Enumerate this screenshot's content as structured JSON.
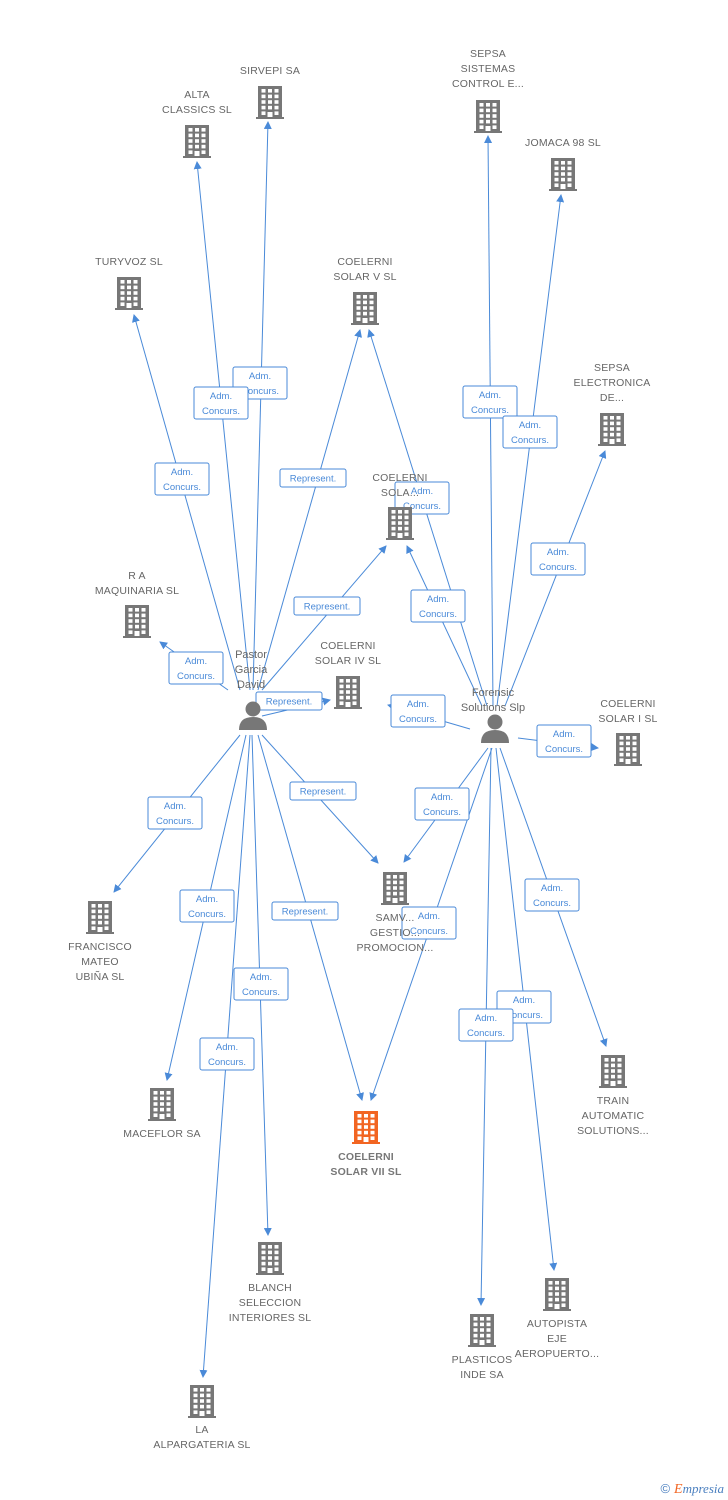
{
  "persons": [
    {
      "id": "pastor",
      "label": [
        "Pastor",
        "Garcia",
        "David"
      ]
    },
    {
      "id": "forensic",
      "label": [
        "Forensic",
        "Solutions Slp"
      ]
    }
  ],
  "companies": [
    {
      "id": "sirvepi",
      "label": [
        "SIRVEPI SA"
      ]
    },
    {
      "id": "alta",
      "label": [
        "ALTA",
        "CLASSICS SL"
      ]
    },
    {
      "id": "sepsa_sis",
      "label": [
        "SEPSA",
        "SISTEMAS",
        "CONTROL E..."
      ]
    },
    {
      "id": "jomaca",
      "label": [
        "JOMACA 98 SL"
      ]
    },
    {
      "id": "turyvoz",
      "label": [
        "TURYVOZ SL"
      ]
    },
    {
      "id": "cs5",
      "label": [
        "COELERNI",
        "SOLAR V SL"
      ]
    },
    {
      "id": "sepsa_el",
      "label": [
        "SEPSA",
        "ELECTRONICA",
        "DE..."
      ]
    },
    {
      "id": "cs6",
      "label": [
        "COELERNI",
        "SOLA..."
      ]
    },
    {
      "id": "ra",
      "label": [
        "R A",
        "MAQUINARIA SL"
      ]
    },
    {
      "id": "cs4",
      "label": [
        "COELERNI",
        "SOLAR IV SL"
      ]
    },
    {
      "id": "cs1",
      "label": [
        "COELERNI",
        "SOLAR I SL"
      ]
    },
    {
      "id": "samv",
      "label": [
        "SAMV...",
        "GESTIO...",
        "PROMOCION..."
      ]
    },
    {
      "id": "francisco",
      "label": [
        "FRANCISCO",
        "MATEO",
        "UBIÑA SL"
      ]
    },
    {
      "id": "train",
      "label": [
        "TRAIN",
        "AUTOMATIC",
        "SOLUTIONS..."
      ]
    },
    {
      "id": "maceflor",
      "label": [
        "MACEFLOR SA"
      ]
    },
    {
      "id": "cs7",
      "label": [
        "COELERNI",
        "SOLAR VII SL"
      ],
      "main": true
    },
    {
      "id": "blanch",
      "label": [
        "BLANCH",
        "SELECCION",
        "INTERIORES SL"
      ]
    },
    {
      "id": "autopista",
      "label": [
        "AUTOPISTA",
        "EJE",
        "AEROPUERTO..."
      ]
    },
    {
      "id": "plasticos",
      "label": [
        "PLASTICOS",
        "INDE SA"
      ]
    },
    {
      "id": "alpargateria",
      "label": [
        "LA",
        "ALPARGATERIA SL"
      ]
    }
  ],
  "edges": [
    {
      "from": "pastor",
      "to": "sirvepi",
      "label": [
        "Adm.",
        "Concurs."
      ]
    },
    {
      "from": "pastor",
      "to": "alta",
      "label": [
        "Adm.",
        "Concurs."
      ]
    },
    {
      "from": "pastor",
      "to": "turyvoz",
      "label": [
        "Adm.",
        "Concurs."
      ]
    },
    {
      "from": "pastor",
      "to": "cs5",
      "label": [
        "Represent."
      ]
    },
    {
      "from": "pastor",
      "to": "cs6",
      "label": [
        "Represent."
      ]
    },
    {
      "from": "pastor",
      "to": "ra",
      "label": [
        "Adm.",
        "Concurs."
      ]
    },
    {
      "from": "pastor",
      "to": "cs4",
      "label": [
        "Represent."
      ]
    },
    {
      "from": "pastor",
      "to": "samv",
      "label": [
        "Represent."
      ]
    },
    {
      "from": "pastor",
      "to": "francisco",
      "label": [
        "Adm.",
        "Concurs."
      ]
    },
    {
      "from": "pastor",
      "to": "maceflor",
      "label": [
        "Adm.",
        "Concurs."
      ]
    },
    {
      "from": "pastor",
      "to": "cs7",
      "label": [
        "Represent."
      ]
    },
    {
      "from": "pastor",
      "to": "blanch",
      "label": [
        "Adm.",
        "Concurs."
      ]
    },
    {
      "from": "pastor",
      "to": "alpargateria",
      "label": [
        "Adm.",
        "Concurs."
      ]
    },
    {
      "from": "forensic",
      "to": "sepsa_sis",
      "label": [
        "Adm.",
        "Concurs."
      ]
    },
    {
      "from": "forensic",
      "to": "jomaca",
      "label": [
        "Adm.",
        "Concurs."
      ]
    },
    {
      "from": "forensic",
      "to": "sepsa_el",
      "label": [
        "Adm.",
        "Concurs."
      ]
    },
    {
      "from": "forensic",
      "to": "cs5",
      "label": [
        "Adm.",
        "Concurs."
      ]
    },
    {
      "from": "forensic",
      "to": "cs6",
      "label": [
        "Adm.",
        "Concurs."
      ]
    },
    {
      "from": "forensic",
      "to": "cs4",
      "label": [
        "Adm.",
        "Concurs."
      ]
    },
    {
      "from": "forensic",
      "to": "cs1",
      "label": [
        "Adm.",
        "Concurs."
      ]
    },
    {
      "from": "forensic",
      "to": "samv",
      "label": [
        "Adm.",
        "Concurs."
      ]
    },
    {
      "from": "forensic",
      "to": "cs7",
      "label": [
        "Adm.",
        "Concurs."
      ]
    },
    {
      "from": "forensic",
      "to": "train",
      "label": [
        "Adm.",
        "Concurs."
      ]
    },
    {
      "from": "forensic",
      "to": "autopista",
      "label": [
        "Adm.",
        "Concurs."
      ]
    },
    {
      "from": "forensic",
      "to": "plasticos",
      "label": [
        "Adm.",
        "Concurs."
      ]
    }
  ],
  "colors": {
    "edge": "#4a8ad8",
    "building": "#777777",
    "main_building": "#f26522",
    "person": "#777777"
  },
  "footer": {
    "copyright": "©",
    "brand_first": "E",
    "brand_rest": "mpresia"
  }
}
